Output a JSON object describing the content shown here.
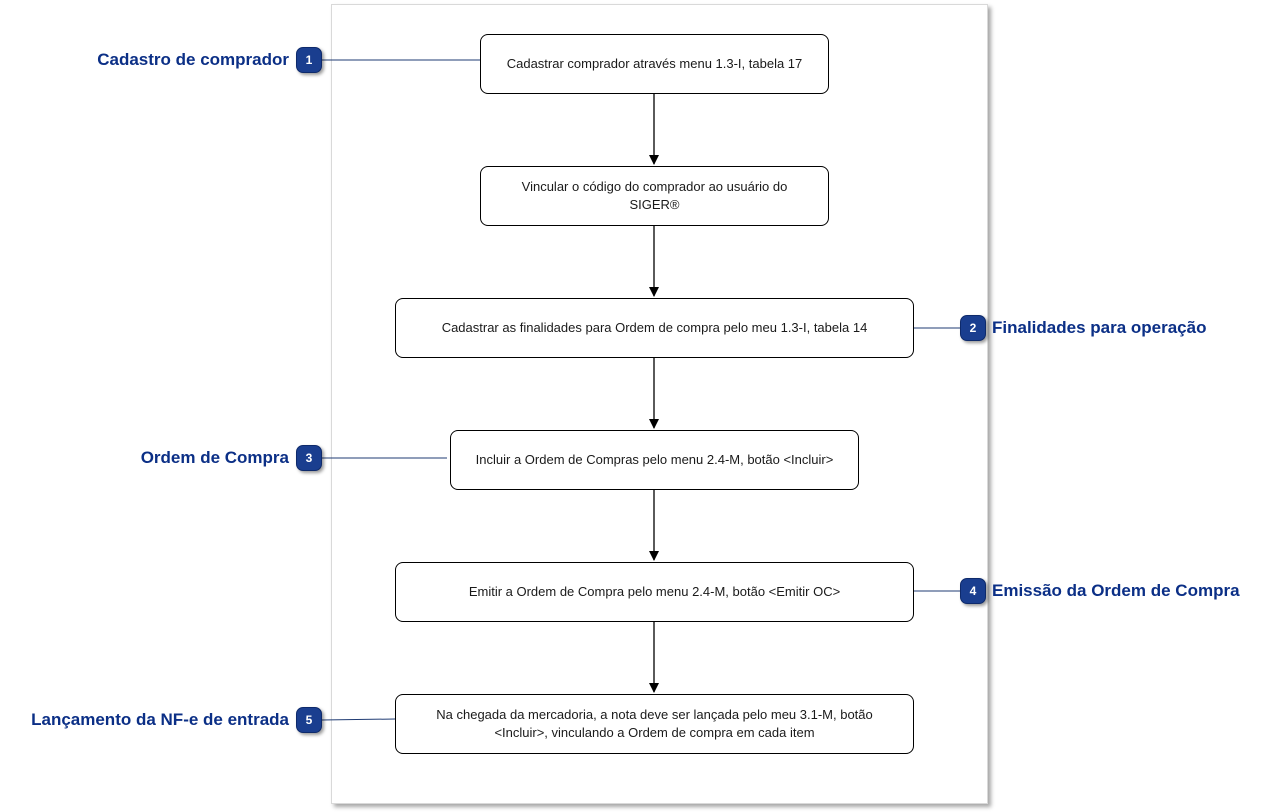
{
  "boxes": [
    {
      "id": "b1",
      "text": "Cadastrar comprador através menu 1.3-I, tabela 17"
    },
    {
      "id": "b2",
      "text": "Vincular o código do comprador ao usuário do SIGER®"
    },
    {
      "id": "b3",
      "text": "Cadastrar as finalidades para Ordem de compra pelo meu 1.3-I, tabela 14"
    },
    {
      "id": "b4",
      "text": "Incluir a Ordem de Compras pelo menu 2.4-M, botão <Incluir>"
    },
    {
      "id": "b5",
      "text": "Emitir a Ordem de Compra pelo menu 2.4-M, botão <Emitir OC>"
    },
    {
      "id": "b6",
      "text": "Na chegada da mercadoria, a nota deve ser lançada pelo meu 3.1-M, botão <Incluir>, vinculando a Ordem de compra em cada item"
    }
  ],
  "callouts": [
    {
      "number": "1",
      "label": "Cadastro de comprador"
    },
    {
      "number": "2",
      "label": "Finalidades para operação"
    },
    {
      "number": "3",
      "label": "Ordem de Compra"
    },
    {
      "number": "4",
      "label": "Emissão da Ordem de Compra"
    },
    {
      "number": "5",
      "label": "Lançamento da NF-e de entrada"
    }
  ],
  "colors": {
    "badge": "#1a3e8f",
    "label": "#0b2f86",
    "connector": "#1f3b73"
  }
}
